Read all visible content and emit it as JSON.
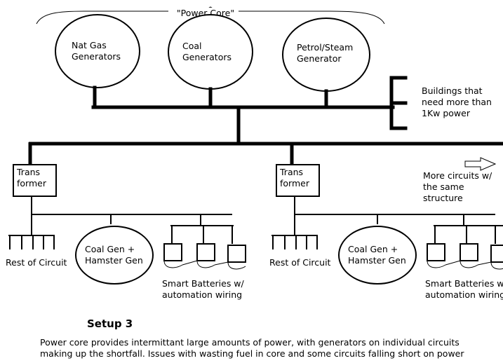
{
  "power_core_label": "\"Power Core\"",
  "generators": [
    {
      "line1": "Nat Gas",
      "line2": "Generators"
    },
    {
      "line1": "Coal",
      "line2": "Generators"
    },
    {
      "line1": "Petrol/Steam",
      "line2": "Generator"
    }
  ],
  "buildings_note": {
    "line1": "Buildings that",
    "line2": "need more than",
    "line3": "1Kw power"
  },
  "more_circuits_note": {
    "line1": "More circuits w/",
    "line2": "the same",
    "line3": "structure"
  },
  "circuits": [
    {
      "transformer": {
        "line1": "Trans",
        "line2": "former"
      },
      "rest_label": "Rest of Circuit",
      "local_gen": {
        "line1": "Coal Gen +",
        "line2": "Hamster Gen"
      },
      "batteries": {
        "line1": "Smart Batteries w/",
        "line2": "automation wiring"
      }
    },
    {
      "transformer": {
        "line1": "Trans",
        "line2": "former"
      },
      "rest_label": "Rest of Circuit",
      "local_gen": {
        "line1": "Coal Gen +",
        "line2": "Hamster Gen"
      },
      "batteries": {
        "line1": "Smart Batteries w/",
        "line2": "automation wiring"
      }
    }
  ],
  "setup_title": "Setup 3",
  "description": {
    "line1": "Power core provides intermittant large amounts of power, with generators on individual circuits",
    "line2": "making up the shortfall. Issues with wasting fuel in core and some circuits falling short on power"
  }
}
